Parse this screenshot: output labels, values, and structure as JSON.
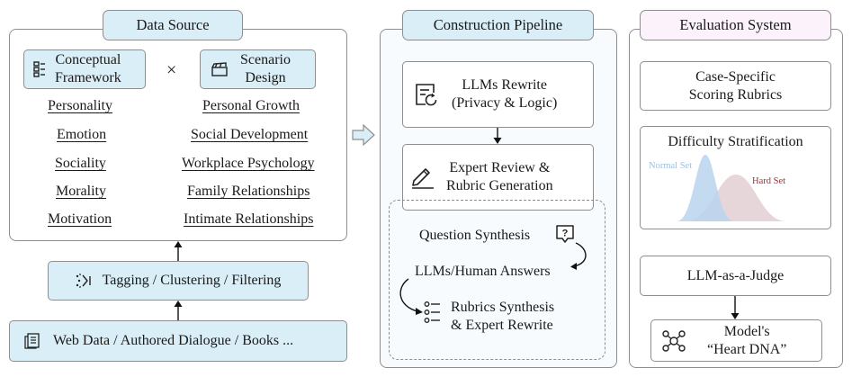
{
  "data_source": {
    "header": "Data Source",
    "conceptual_framework": "Conceptual\nFramework",
    "scenario_design": "Scenario\nDesign",
    "times_symbol": "×",
    "framework_items": [
      "Personality",
      "Emotion",
      "Sociality",
      "Morality",
      "Motivation"
    ],
    "scenario_items": [
      "Personal Growth",
      "Social Development",
      "Workplace Psychology",
      "Family Relationships",
      "Intimate Relationships"
    ],
    "tagging": "Tagging / Clustering / Filtering",
    "web_data": "Web Data / Authored Dialogue / Books ..."
  },
  "pipeline": {
    "header": "Construction Pipeline",
    "llm_rewrite": "LLMs Rewrite\n(Privacy & Logic)",
    "expert_review": "Expert Review &\nRubric Generation",
    "question_synthesis": "Question Synthesis",
    "answers": "LLMs/Human Answers",
    "rubrics_synthesis": "Rubrics Synthesis\n& Expert Rewrite"
  },
  "evaluation": {
    "header": "Evaluation System",
    "case_specific": "Case-Specific\nScoring Rubrics",
    "difficulty": "Difficulty Stratification",
    "normal_set": "Normal Set",
    "hard_set": "Hard Set",
    "judge": "LLM-as-a-Judge",
    "model_dna": "Model's\n“Heart DNA”"
  },
  "colors": {
    "accent_blue": "#d9eef7",
    "accent_pink": "#fbf2fb",
    "normal_curve": "#b8d3ee",
    "hard_curve": "#e3cfd2",
    "hard_label": "#a0303a",
    "normal_label": "#9ec0e3"
  }
}
